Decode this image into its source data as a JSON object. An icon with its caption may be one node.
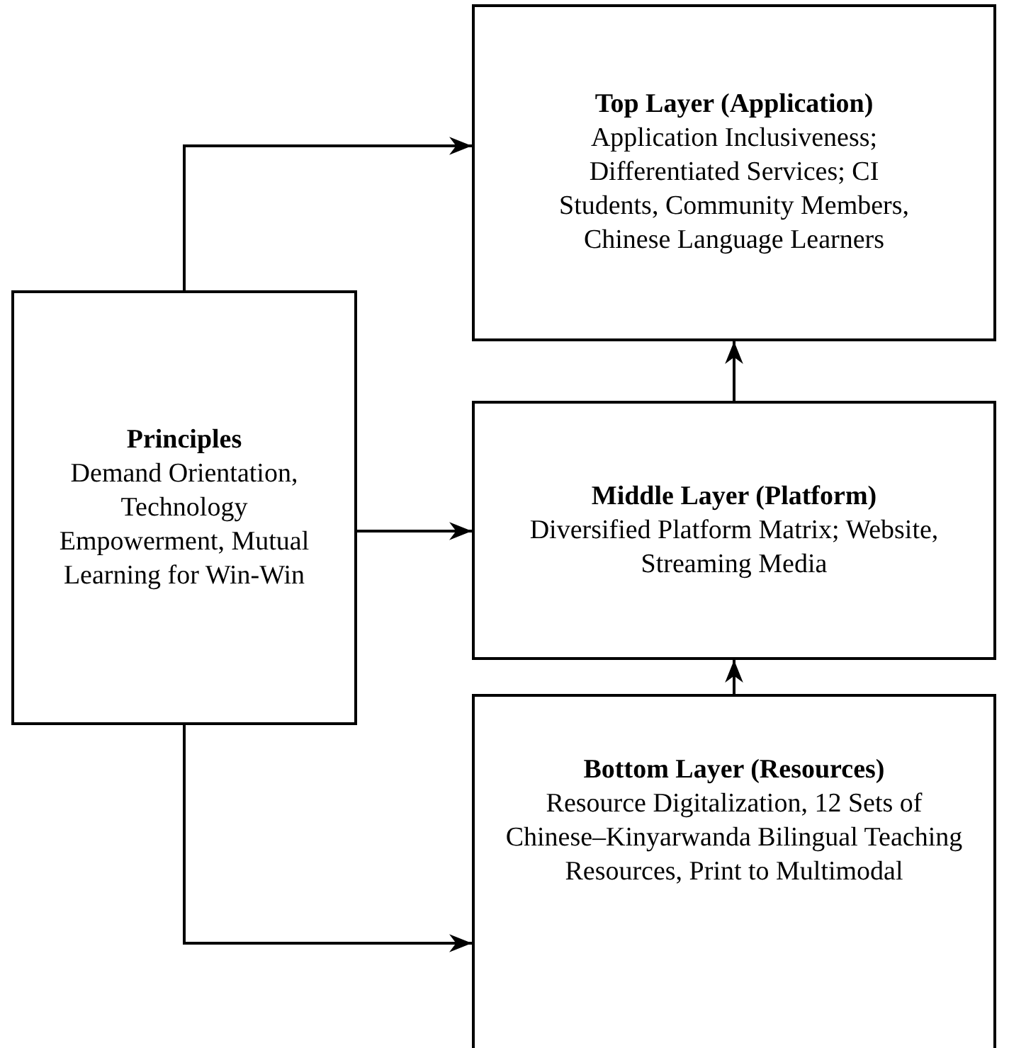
{
  "diagram": {
    "nodes": [
      {
        "text": [
          "Top Layer (Application)",
          "Application Inclusiveness; Differentiated Services; CI Students, Community Members, Chinese Language Learners"
        ]
      },
      {
        "text": [
          "Principles",
          "Demand Orientation, Technology Empowerment, Mutual Learning for Win-Win"
        ]
      },
      {
        "text": [
          "Middle Layer (Platform)",
          "Diversified Platform Matrix; Website, Streaming Media"
        ]
      },
      {
        "text": [
          "Bottom Layer (Resources)",
          "Resource Digitalization, 12 Sets of Chinese–Kinyarwanda Bilingual Teaching Resources, Print to Multimodal"
        ]
      }
    ],
    "edges": [
      {
        "from": 1,
        "to": 0,
        "arrow": "to"
      },
      {
        "from": 1,
        "to": 2,
        "arrow": "to"
      },
      {
        "from": 1,
        "to": 3,
        "arrow": "to"
      },
      {
        "from": 3,
        "to": 2,
        "arrow": "to"
      },
      {
        "from": 2,
        "to": 0,
        "arrow": "to"
      }
    ]
  }
}
